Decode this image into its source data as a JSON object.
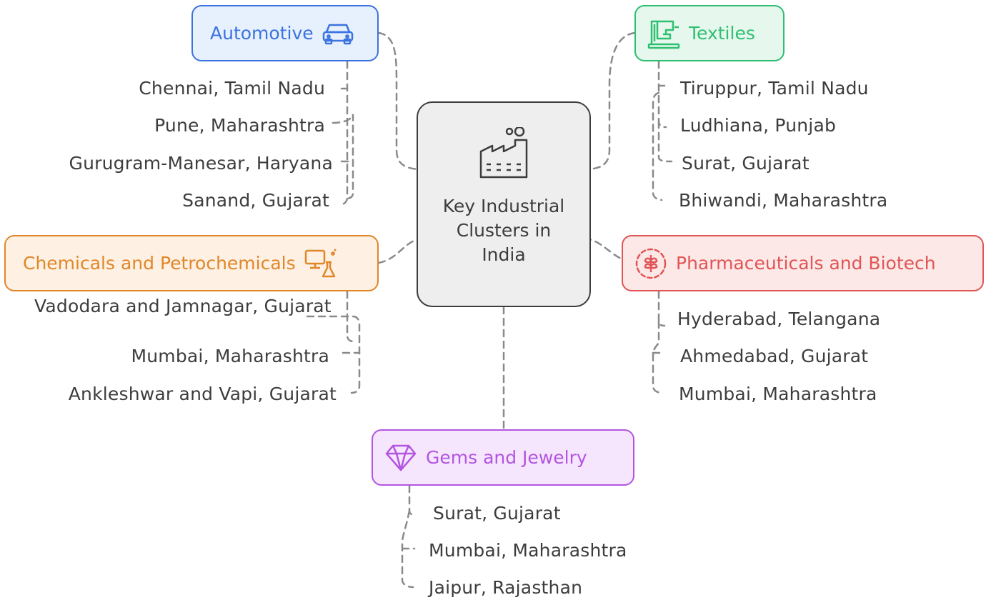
{
  "center": {
    "title": "Key Industrial Clusters in India",
    "icon": "factory-icon"
  },
  "categories": {
    "automotive": {
      "label": "Automotive",
      "icon": "car-icon",
      "color": "#3b73e0",
      "fill": "#e7f0fd",
      "items": [
        "Chennai, Tamil Nadu",
        "Pune, Maharashtra",
        "Gurugram-Manesar, Haryana",
        "Sanand, Gujarat"
      ]
    },
    "textiles": {
      "label": "Textiles",
      "icon": "sewing-machine-icon",
      "color": "#2fbf71",
      "fill": "#e6f8ee",
      "items": [
        "Tiruppur, Tamil Nadu",
        "Ludhiana, Punjab",
        "Surat, Gujarat",
        "Bhiwandi, Maharashtra"
      ]
    },
    "chemicals": {
      "label": "Chemicals and Petrochemicals",
      "icon": "computer-flask-icon",
      "color": "#e0872a",
      "fill": "#fef0e2",
      "items": [
        "Vadodara and Jamnagar, Gujarat",
        "Mumbai, Maharashtra",
        "Ankleshwar and Vapi, Gujarat"
      ]
    },
    "pharma": {
      "label": "Pharmaceuticals and Biotech",
      "icon": "plant-seal-icon",
      "color": "#e05555",
      "fill": "#fde8e8",
      "items": [
        "Hyderabad, Telangana",
        "Ahmedabad, Gujarat",
        "Mumbai, Maharashtra"
      ]
    },
    "gems": {
      "label": "Gems and Jewelry",
      "icon": "diamond-icon",
      "color": "#b455e0",
      "fill": "#f5e6fd",
      "items": [
        "Surat, Gujarat",
        "Mumbai, Maharashtra",
        "Jaipur, Rajasthan"
      ]
    }
  },
  "connector_color": "#8a8a8a"
}
